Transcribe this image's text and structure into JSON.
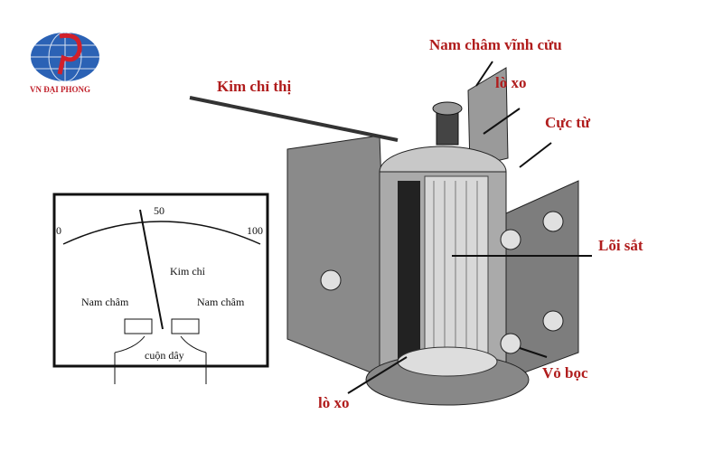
{
  "logo": {
    "text": "VN ĐẠI PHONG"
  },
  "labels": {
    "permanent_magnet": "Nam châm vĩnh cửu",
    "spring_top": "lò xo",
    "needle": "Kim chỉ thị",
    "pole": "Cực từ",
    "iron_core": "Lõi sắt",
    "casing": "Vỏ bọc",
    "spring_bottom": "lò xo"
  },
  "inset": {
    "scale": [
      "0",
      "50",
      "100"
    ],
    "needle": "Kim chỉ",
    "magnet_left": "Nam châm",
    "magnet_right": "Nam châm",
    "coil": "cuộn dây"
  },
  "colors": {
    "label": "#b01c1c",
    "logo_blue": "#1f5fb0"
  }
}
